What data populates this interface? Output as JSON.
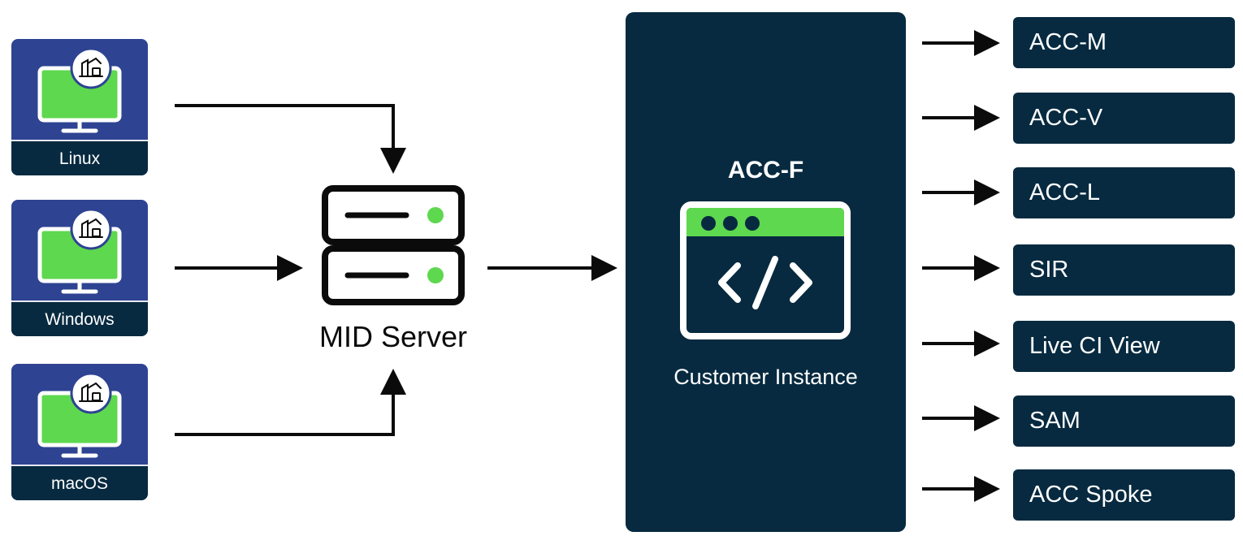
{
  "sources": [
    {
      "label": "Linux"
    },
    {
      "label": "Windows"
    },
    {
      "label": "macOS"
    }
  ],
  "mid_server": {
    "label": "MID Server",
    "icon": "server-rack-icon"
  },
  "instance": {
    "title": "ACC-F",
    "label": "Customer Instance",
    "icon": "code-window-icon"
  },
  "targets": [
    {
      "label": "ACC-M"
    },
    {
      "label": "ACC-V"
    },
    {
      "label": "ACC-L"
    },
    {
      "label": "SIR"
    },
    {
      "label": "Live CI View"
    },
    {
      "label": "SAM"
    },
    {
      "label": "ACC Spoke"
    }
  ],
  "colors": {
    "card_blue": "#2E4392",
    "navy": "#072A40",
    "accent_green": "#5ED84E"
  }
}
